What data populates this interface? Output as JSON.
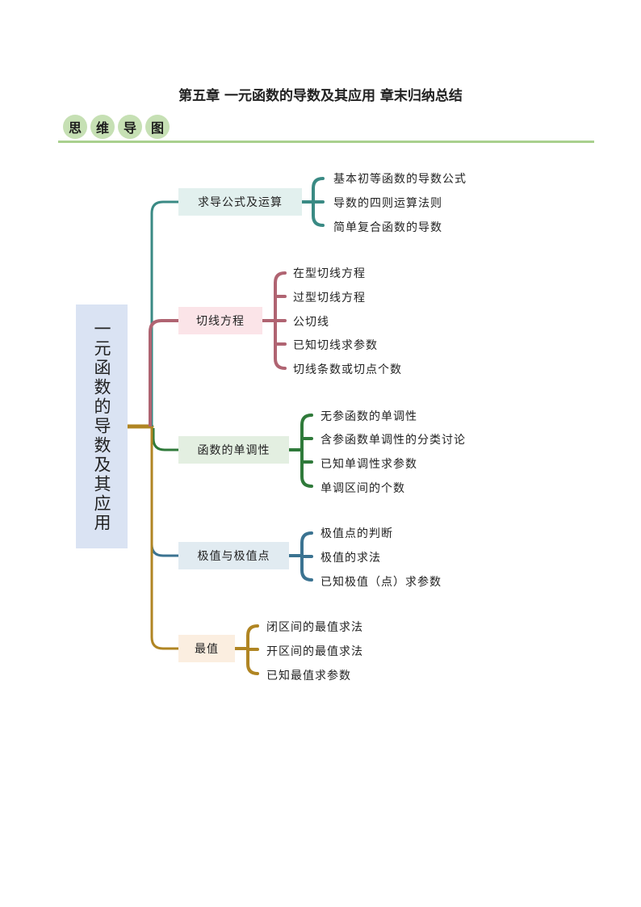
{
  "title": "第五章  一元函数的导数及其应用  章末归纳总结",
  "section_head": [
    "思",
    "维",
    "导",
    "图"
  ],
  "root": "一元函数的导数及其应用",
  "branches": [
    {
      "label": "求导公式及运算",
      "color": "#3a8a84",
      "fill": "#e2f0ee",
      "items": [
        "基本初等函数的导数公式",
        "导数的四则运算法则",
        "简单复合函数的导数"
      ]
    },
    {
      "label": "切线方程",
      "color": "#b06472",
      "fill": "#fbe4e8",
      "items": [
        "在型切线方程",
        "过型切线方程",
        "公切线",
        "已知切线求参数",
        "切线条数或切点个数"
      ]
    },
    {
      "label": "函数的单调性",
      "color": "#2f7a3a",
      "fill": "#e3efe1",
      "items": [
        "无参函数的单调性",
        "含参函数单调性的分类讨论",
        "已知单调性求参数",
        "单调区间的个数"
      ]
    },
    {
      "label": "极值与极值点",
      "color": "#3b7391",
      "fill": "#e1ebf1",
      "items": [
        "极值点的判断",
        "极值的求法",
        "已知极值（点）求参数"
      ]
    },
    {
      "label": "最值",
      "color": "#b08523",
      "fill": "#fbeee0",
      "items": [
        "闭区间的最值求法",
        "开区间的最值求法",
        "已知最值求参数"
      ]
    }
  ]
}
